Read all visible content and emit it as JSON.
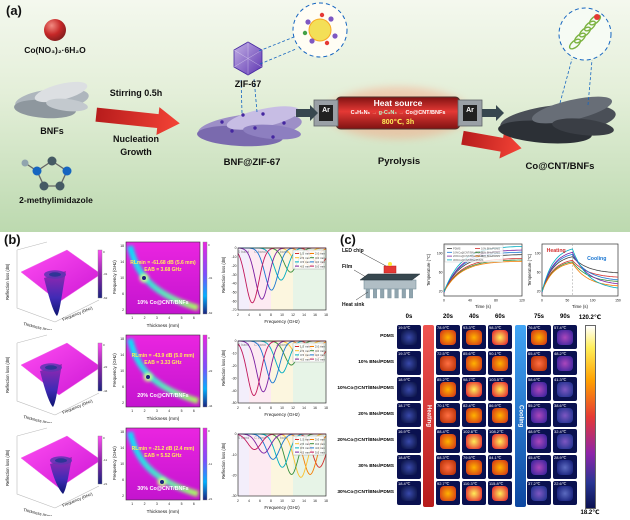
{
  "panels": {
    "a": "(a)",
    "b": "(b)",
    "c": "(c)"
  },
  "panel_a": {
    "reagents": [
      {
        "label": "Co(NO₃)₂·6H₂O"
      },
      {
        "label": "BNFs"
      },
      {
        "label": "2-methylimidazole"
      }
    ],
    "step1_top": "Stirring 0.5h",
    "step1_bottom1": "Nucleation",
    "step1_bottom2": "Growth",
    "zif_label": "ZIF-67",
    "intermediate_label": "BNF@ZIF-67",
    "furnace": {
      "heat_source": "Heat source",
      "ar_left": "Ar",
      "ar_right": "Ar",
      "flow_1": "C₃H₆N₆",
      "flow_arrow_1": "→",
      "flow_2": "g-C₃N₄",
      "flow_arrow_2": "→",
      "flow_3": "Co@CNT/BNFs",
      "condition": "800℃, 3h"
    },
    "step2_label": "Pyrolysis",
    "product_label": "Co@CNT/BNFs"
  },
  "panel_b": {
    "axis": {
      "z": "Reflection loss (dB)",
      "rl": "Reflection loss (dB)",
      "freq": "Frequency (GHz)",
      "thickness": "Thickness (mm)"
    },
    "bands": [
      "S band",
      "C band",
      "X band",
      "Ku band"
    ],
    "legend": [
      "1.5 mm",
      "2.0 mm",
      "2.5 mm",
      "3.0 mm",
      "3.5 mm",
      "4.0 mm",
      "4.5 mm",
      "5.0 mm"
    ],
    "rows": [
      {
        "sample": "10% Co@CNT/BNFs",
        "rl_min": "RLmin = -61.68 dB (5.6 mm)",
        "eab": "EAB = 3.68 GHz",
        "depth": 62,
        "dipf": 4.6,
        "i0": 7
      },
      {
        "sample": "20% Co@CNT/BNFs",
        "rl_min": "RLmin = -43.9 dB (5.0 mm)",
        "eab": "EAB = 3.33 GHz",
        "depth": 44,
        "dipf": 4.9,
        "i0": 7
      },
      {
        "sample": "30% Co@CNT/BNFs",
        "rl_min": "RLmin = -21.2 dB (2.4 mm)",
        "eab": "EAB = 5.52 GHz",
        "depth": 21,
        "dipf": 5.0,
        "i0": 2
      }
    ]
  },
  "panel_c": {
    "schematic": {
      "led": "LED chip",
      "film": "Film",
      "sink": "Heat sink"
    },
    "graphs": {
      "ylabel": "Temperature (℃)",
      "xlabel": "Time (s)",
      "heating": "Heating",
      "cooling": "Cooling"
    },
    "grid": {
      "times": [
        "0s",
        "20s",
        "40s",
        "60s",
        "75s",
        "90s"
      ],
      "colorbar_max": "120.2℃",
      "colorbar_min": "18.2℃",
      "heating_strip": "Heating",
      "cooling_strip": "Cooling",
      "rows": [
        {
          "label": "PDMS",
          "temps": [
            "19.5℃",
            "78.9℃",
            "93.3℃",
            "98.3℃",
            "76.8℃",
            "57.4℃"
          ]
        },
        {
          "label": "10% BNs/PDMS",
          "temps": [
            "19.3℃",
            "72.5℃",
            "85.6℃",
            "90.1℃",
            "65.4℃",
            "48.2℃"
          ]
        },
        {
          "label": "10%Co@CNT/BNs/PDMS",
          "temps": [
            "18.9℃",
            "85.2℃",
            "98.7℃",
            "103.5℃",
            "58.6℃",
            "41.3℃"
          ]
        },
        {
          "label": "20% BNs/PDMS",
          "temps": [
            "18.7℃",
            "70.1℃",
            "82.4℃",
            "86.9℃",
            "55.2℃",
            "38.6℃"
          ]
        },
        {
          "label": "20%Co@CNT/BNs/PDMS",
          "temps": [
            "16.9℃",
            "88.4℃",
            "102.6℃",
            "108.2℃",
            "48.9℃",
            "32.4℃"
          ]
        },
        {
          "label": "30% BNs/PDMS",
          "temps": [
            "18.8℃",
            "68.3℃",
            "79.5℃",
            "84.1℃",
            "45.4℃",
            "28.9℃"
          ]
        },
        {
          "label": "30%Co@CNT/BNs/PDMS",
          "temps": [
            "18.4℃",
            "92.7℃",
            "110.3℃",
            "115.8℃",
            "37.2℃",
            "22.6℃"
          ]
        }
      ]
    }
  }
}
